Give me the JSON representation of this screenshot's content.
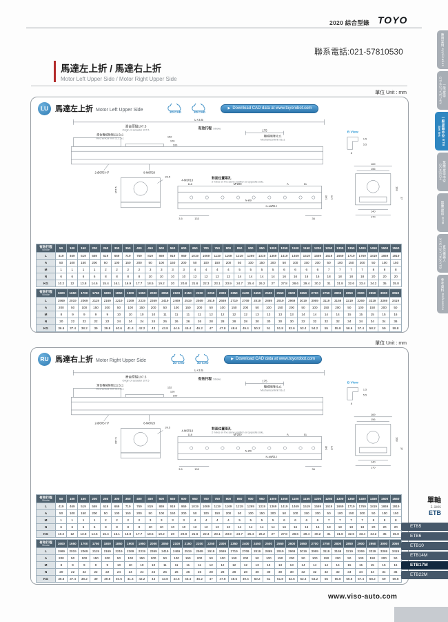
{
  "page": {
    "catalog": "2020 綜合型錄",
    "brand": "TOYO",
    "phone": "聯系電話:021-57810530",
    "title_cn": "馬達左上折 / 馬達右上折",
    "title_en": "Motor Left Upper Side / Motor Right Upper Side",
    "footer_url": "www.viso-auto.com"
  },
  "sidebar": {
    "tabs": [
      {
        "label": "應用案例 Application",
        "active": false
      },
      {
        "label": "一般|皮帶 GTH/GTY/ETH/Y",
        "active": false
      },
      {
        "label": "一般|皮帶中空 ETB Series",
        "active": true
      },
      {
        "label": "無塵|皮帶中空 GCH|ECH",
        "active": false
      },
      {
        "label": "無塵|皮帶 ECB",
        "active": false
      },
      {
        "label": "直交機器人 XYGT|XYTH|XYTB",
        "active": false
      },
      {
        "label": "參考資料 Reference",
        "active": false
      }
    ]
  },
  "models": {
    "group_cn": "單軸",
    "group_en": "1 axis",
    "series": "ETB",
    "items": [
      {
        "label": "ETB5",
        "active": false
      },
      {
        "label": "ETB6",
        "active": false
      },
      {
        "label": "ETB10",
        "active": false
      },
      {
        "label": "ETB14M",
        "active": false
      },
      {
        "label": "ETB17M",
        "active": true
      },
      {
        "label": "ETB22M",
        "active": false
      }
    ]
  },
  "sections": [
    {
      "badge": "LU",
      "title_cn": "馬達左上折",
      "title_en": "Motor Left Upper Side",
      "unit": "單位 Unit : mm",
      "cad2d": "2D CAD",
      "cad3d": "3D CAD",
      "download": "Download CAD data at www.toyorobot.com"
    },
    {
      "badge": "RU",
      "title_cn": "馬達右上折",
      "title_en": "Motor Right Upper Side",
      "unit": "單位 Unit : mm",
      "cad2d": "2D CAD",
      "cad3d": "3D CAD",
      "download": "Download CAD data at www.toyorobot.com"
    }
  ],
  "drawing": {
    "total_length": "L+3.5",
    "origin_cn": "滑台原點197.5",
    "origin_en": "Origin of actuator 197.5",
    "stroke_cn": "有效行程",
    "stroke_en": "Stroke",
    "dim_175": "175",
    "mech_limit1_cn": "滑台機械極限111.5±1",
    "mech_limit1_en": "Mechanical limit 111.5±1",
    "mech_limit2_cn": "機械極限91±1",
    "mech_limit2_en": "Mechanical limit 91±1",
    "dim_152": "152",
    "dim_126": "126",
    "dim_100": "100",
    "b_view": "B View",
    "dim_1_5": "1.5",
    "dim_5_5": "5.5",
    "dim_8": "8",
    "holes_dowel": "2-Ø6∇5 H7",
    "holes_mount": "8-M8∇20",
    "dim_169": "169",
    "dim_156": "156",
    "dim_108": "108",
    "dim_37": "37",
    "dim_140": "140",
    "dim_170": "170",
    "dim_157_5": "157.5",
    "dim_39_5": "39.5",
    "holes_side": "4-M5∇10",
    "opposite_cn": "對面位置兩孔",
    "opposite_en": "2 holes on the same position at opposite side.",
    "dim_118": "118",
    "pitch": "M*200",
    "dim_A": "A",
    "dim_51": "51",
    "holes_n1": "N-Ø9",
    "holes_n2": "N-M8∇12",
    "dim_3_5": "3.5",
    "dim_133": "133",
    "dim_36": "36",
    "dim_140v": "140",
    "dim_170v": "170"
  },
  "tables": [
    {
      "header_cn": "有效行程",
      "header_en": "Stroke",
      "strokes": [
        "50",
        "100",
        "150",
        "200",
        "250",
        "300",
        "350",
        "400",
        "450",
        "500",
        "550",
        "600",
        "650",
        "700",
        "750",
        "800",
        "850",
        "900",
        "950",
        "1000",
        "1050",
        "1100",
        "1150",
        "1200",
        "1250",
        "1300",
        "1350",
        "1400",
        "1450",
        "1500",
        "1550"
      ],
      "rows": [
        {
          "label": "L",
          "values": [
            "419",
            "469",
            "519",
            "569",
            "619",
            "669",
            "719",
            "769",
            "819",
            "869",
            "919",
            "969",
            "1019",
            "1069",
            "1119",
            "1169",
            "1219",
            "1269",
            "1319",
            "1369",
            "1419",
            "1469",
            "1519",
            "1569",
            "1619",
            "1669",
            "1719",
            "1769",
            "1819",
            "1869",
            "1919"
          ]
        },
        {
          "label": "A",
          "values": [
            "50",
            "100",
            "150",
            "200",
            "50",
            "100",
            "150",
            "200",
            "50",
            "100",
            "150",
            "200",
            "50",
            "100",
            "150",
            "200",
            "50",
            "100",
            "150",
            "200",
            "50",
            "100",
            "150",
            "200",
            "50",
            "100",
            "150",
            "200",
            "50",
            "100",
            "150"
          ]
        },
        {
          "label": "M",
          "values": [
            "1",
            "1",
            "1",
            "1",
            "2",
            "2",
            "2",
            "2",
            "3",
            "3",
            "3",
            "3",
            "4",
            "4",
            "4",
            "4",
            "5",
            "5",
            "5",
            "5",
            "6",
            "6",
            "6",
            "6",
            "7",
            "7",
            "7",
            "7",
            "8",
            "8",
            "8"
          ]
        },
        {
          "label": "N",
          "values": [
            "6",
            "6",
            "6",
            "6",
            "8",
            "8",
            "8",
            "8",
            "10",
            "10",
            "10",
            "10",
            "12",
            "12",
            "12",
            "12",
            "14",
            "14",
            "14",
            "14",
            "16",
            "16",
            "16",
            "16",
            "18",
            "18",
            "18",
            "18",
            "20",
            "20",
            "20"
          ]
        },
        {
          "label": "KG",
          "values": [
            "10.2",
            "12",
            "13.8",
            "14.6",
            "15.4",
            "16.1",
            "16.9",
            "17.7",
            "18.5",
            "19.2",
            "20",
            "20.8",
            "21.6",
            "22.3",
            "23.1",
            "23.9",
            "24.7",
            "25.4",
            "26.2",
            "27",
            "27.8",
            "28.6",
            "29.4",
            "30.2",
            "31",
            "31.8",
            "32.6",
            "33.4",
            "34.2",
            "35",
            "35.8"
          ]
        }
      ]
    },
    {
      "header_cn": "有效行程",
      "header_en": "Stroke",
      "strokes": [
        "1600",
        "1650",
        "1700",
        "1750",
        "1800",
        "1850",
        "1900",
        "1950",
        "2000",
        "2050",
        "2100",
        "2150",
        "2200",
        "2250",
        "2300",
        "2350",
        "2400",
        "2450",
        "2500",
        "2550",
        "2600",
        "2650",
        "2700",
        "2750",
        "2800",
        "2850",
        "2900",
        "2950",
        "3000",
        "3050"
      ],
      "rows": [
        {
          "label": "L",
          "values": [
            "1969",
            "2019",
            "2069",
            "2119",
            "2169",
            "2219",
            "2269",
            "2319",
            "2369",
            "2419",
            "2469",
            "2519",
            "2569",
            "2619",
            "2669",
            "2719",
            "2769",
            "2819",
            "2869",
            "2919",
            "2969",
            "3019",
            "3069",
            "3119",
            "3169",
            "3219",
            "3269",
            "3319",
            "3369",
            "3419"
          ]
        },
        {
          "label": "A",
          "values": [
            "200",
            "50",
            "100",
            "150",
            "200",
            "50",
            "100",
            "150",
            "200",
            "50",
            "100",
            "150",
            "200",
            "50",
            "100",
            "150",
            "200",
            "50",
            "100",
            "150",
            "200",
            "50",
            "100",
            "150",
            "200",
            "50",
            "100",
            "150",
            "200",
            "50"
          ]
        },
        {
          "label": "M",
          "values": [
            "8",
            "9",
            "9",
            "9",
            "9",
            "10",
            "10",
            "10",
            "10",
            "11",
            "11",
            "11",
            "11",
            "12",
            "12",
            "12",
            "12",
            "13",
            "13",
            "13",
            "13",
            "14",
            "14",
            "14",
            "14",
            "15",
            "15",
            "15",
            "15",
            "16"
          ]
        },
        {
          "label": "N",
          "values": [
            "20",
            "22",
            "22",
            "22",
            "22",
            "24",
            "24",
            "24",
            "24",
            "26",
            "26",
            "26",
            "26",
            "28",
            "28",
            "28",
            "28",
            "30",
            "30",
            "30",
            "30",
            "32",
            "32",
            "32",
            "32",
            "34",
            "34",
            "34",
            "34",
            "36"
          ]
        },
        {
          "label": "KG",
          "values": [
            "36.6",
            "37.4",
            "38.2",
            "39",
            "39.8",
            "40.6",
            "41.4",
            "42.2",
            "43",
            "43.8",
            "44.6",
            "45.4",
            "46.2",
            "47",
            "47.8",
            "48.6",
            "49.4",
            "50.2",
            "51",
            "51.8",
            "52.6",
            "53.4",
            "54.2",
            "55",
            "55.8",
            "56.6",
            "57.4",
            "58.2",
            "59",
            "59.8"
          ]
        }
      ]
    }
  ]
}
